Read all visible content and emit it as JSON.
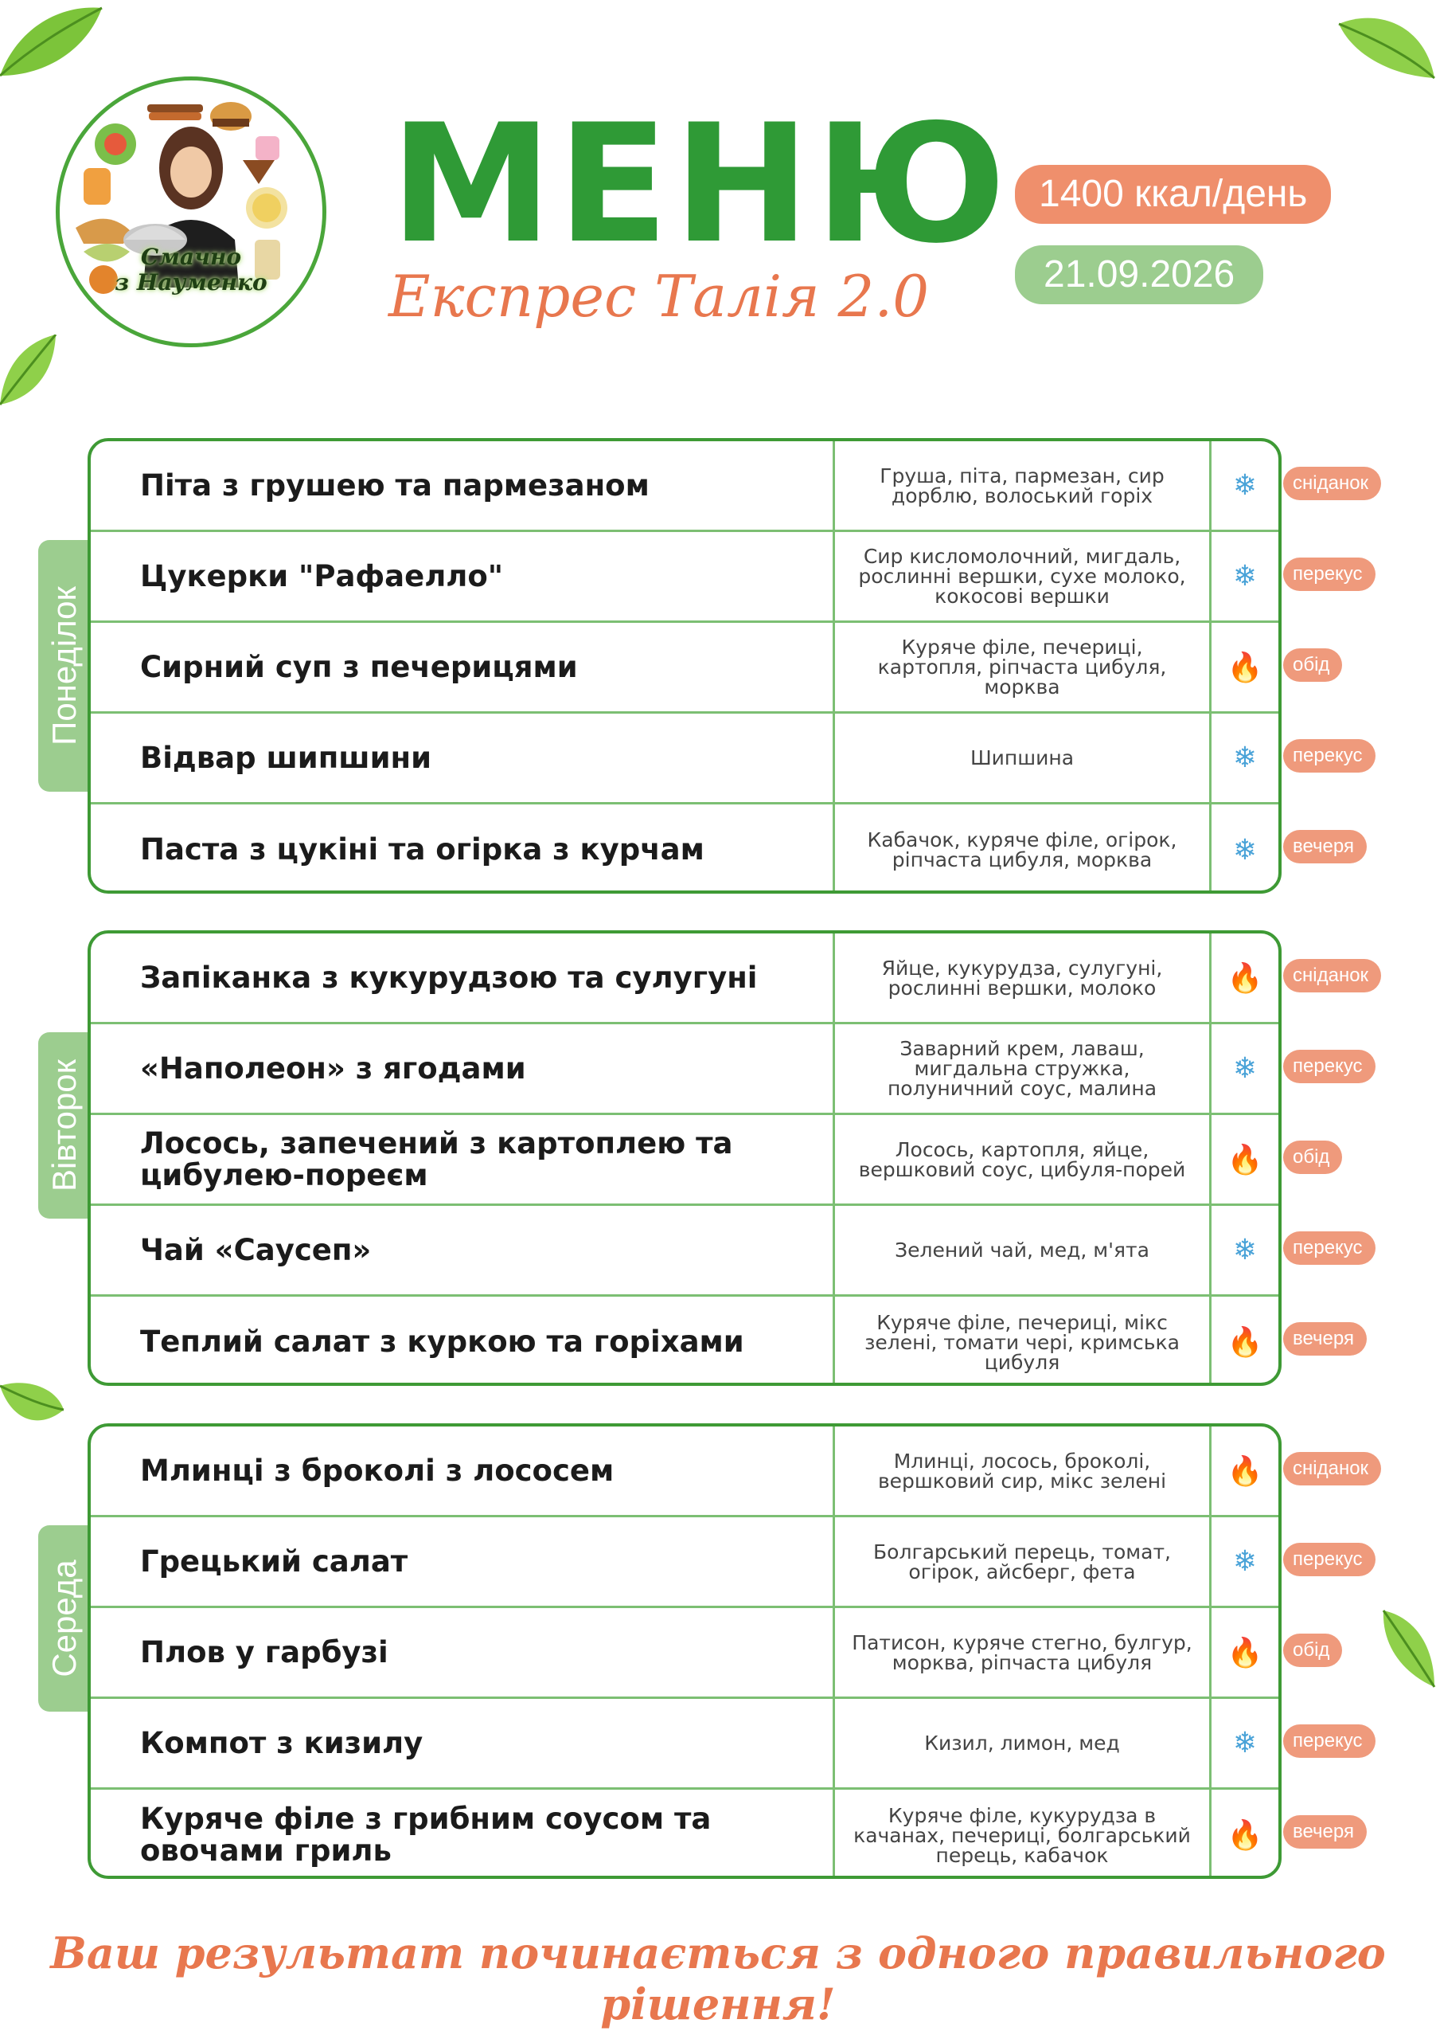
{
  "header": {
    "title": "МЕНЮ",
    "subtitle": "Експрес Талія 2.0",
    "kcal": "1400 ккал/день",
    "date": "21.09.2026",
    "logo_text_line1": "Смачно",
    "logo_text_line2": "з Науменко"
  },
  "colors": {
    "green": "#2f9a36",
    "orange": "#e8774e",
    "light_green": "#9ccd8f",
    "salmon": "#ef9a7c"
  },
  "days": [
    {
      "name": "Понеділок",
      "rows": [
        {
          "dish": "Піта з грушею та пармезаном",
          "ingredients": "Груша, піта, пармезан, сир дорблю, волоський горіх",
          "icon": "snowflake-icon",
          "meal": "сніданок"
        },
        {
          "dish": "Цукерки \"Рафаелло\"",
          "ingredients": "Сир кисломолочний, мигдаль, рослинні вершки, сухе молоко, кокосові вершки",
          "icon": "snowflake-icon",
          "meal": "перекус"
        },
        {
          "dish": "Сирний суп з печерицями",
          "ingredients": "Куряче філе, печериці, картопля, ріпчаста цибуля, морква",
          "icon": "fire-icon",
          "meal": "обід"
        },
        {
          "dish": "Відвар шипшини",
          "ingredients": "Шипшина",
          "icon": "snowflake-icon",
          "meal": "перекус"
        },
        {
          "dish": "Паста з цукіні та огірка з курчам",
          "ingredients": "Кабачок, куряче філе, огірок, ріпчаста цибуля, морква",
          "icon": "snowflake-icon",
          "meal": "вечеря"
        }
      ]
    },
    {
      "name": "Вівторок",
      "rows": [
        {
          "dish": "Запіканка з кукурудзою та сулугуні",
          "ingredients": "Яйце, кукурудза, сулугуні, рослинні вершки, молоко",
          "icon": "fire-icon",
          "meal": "сніданок"
        },
        {
          "dish": "«Наполеон» з ягодами",
          "ingredients": "Заварний крем, лаваш, мигдальна стружка, полуничний соус, малина",
          "icon": "snowflake-icon",
          "meal": "перекус"
        },
        {
          "dish": "Лосось, запечений з картоплею та цибулею-пореєм",
          "ingredients": "Лосось, картопля, яйце, вершковий соус, цибуля-порей",
          "icon": "fire-icon",
          "meal": "обід"
        },
        {
          "dish": "Чай «Саусеп»",
          "ingredients": "Зелений чай, мед, м'ята",
          "icon": "snowflake-icon",
          "meal": "перекус"
        },
        {
          "dish": "Теплий салат з куркою та горіхами",
          "ingredients": "Куряче філе, печериці, мікс зелені, томати чері, кримська цибуля",
          "icon": "fire-icon",
          "meal": "вечеря"
        }
      ]
    },
    {
      "name": "Середа",
      "rows": [
        {
          "dish": "Млинці з броколі з лососем",
          "ingredients": "Млинці, лосось, броколі, вершковий сир, мікс зелені",
          "icon": "fire-icon",
          "meal": "сніданок"
        },
        {
          "dish": "Грецький салат",
          "ingredients": "Болгарський перець, томат, огірок, айсберг, фета",
          "icon": "snowflake-icon",
          "meal": "перекус"
        },
        {
          "dish": "Плов у гарбузі",
          "ingredients": "Патисон, куряче стегно, булгур, морква, ріпчаста цибуля",
          "icon": "fire-icon",
          "meal": "обід"
        },
        {
          "dish": "Компот з кизилу",
          "ingredients": "Кизил, лимон, мед",
          "icon": "snowflake-icon",
          "meal": "перекус"
        },
        {
          "dish": "Куряче філе з грибним соусом та овочами гриль",
          "ingredients": "Куряче філе, кукурудза в качанах, печериці, болгарський перець, кабачок",
          "icon": "fire-icon",
          "meal": "вечеря"
        }
      ]
    }
  ],
  "footer": "Ваш результат починається з одного правильного рішення!"
}
